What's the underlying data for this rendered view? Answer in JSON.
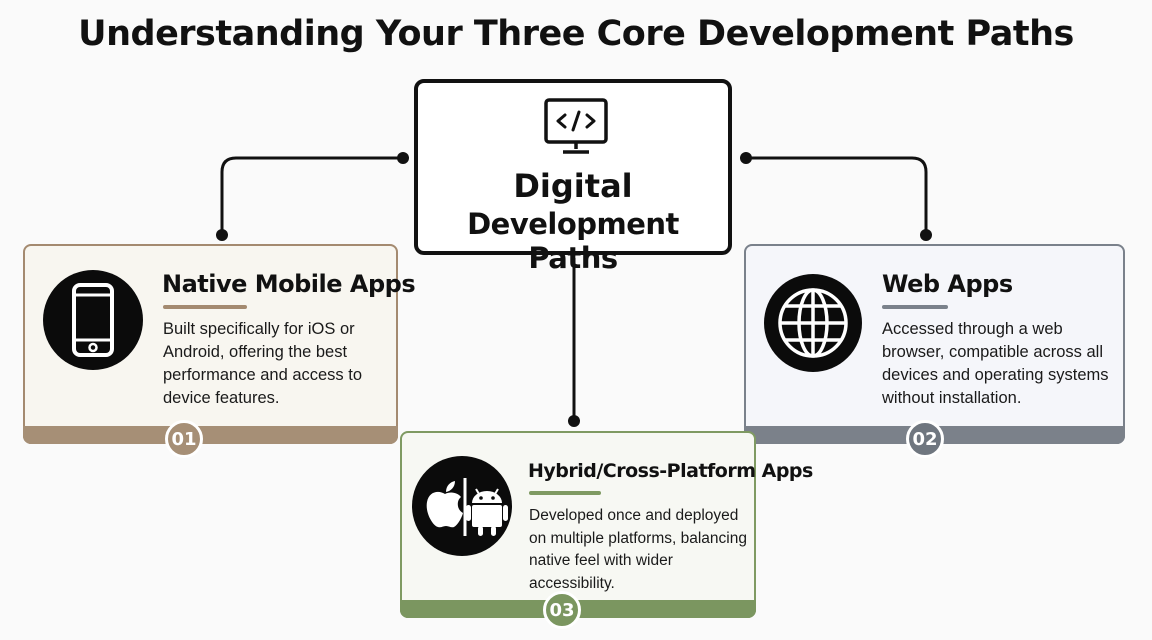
{
  "title": "Understanding Your Three Core Development Paths",
  "center": {
    "icon": "monitor-code-icon",
    "title_line1": "Digital",
    "title_line2": "Development Paths"
  },
  "cards": {
    "native": {
      "title": "Native Mobile Apps",
      "description": "Built specifically for iOS or Android, offering the best performance and access to device features.",
      "badge": "01",
      "icon": "smartphone-icon",
      "color": "#a68f76"
    },
    "web": {
      "title": "Web Apps",
      "description": "Accessed through a web browser, compatible across all devices and operating systems without installation.",
      "badge": "02",
      "icon": "globe-icon",
      "color": "#7b818a"
    },
    "hybrid": {
      "title": "Hybrid/Cross-Platform Apps",
      "description": "Developed once and deployed on multiple platforms, balancing native feel with wider accessibility.",
      "badge": "03",
      "icons": [
        "apple-icon",
        "android-icon"
      ],
      "color": "#7b9660"
    }
  }
}
